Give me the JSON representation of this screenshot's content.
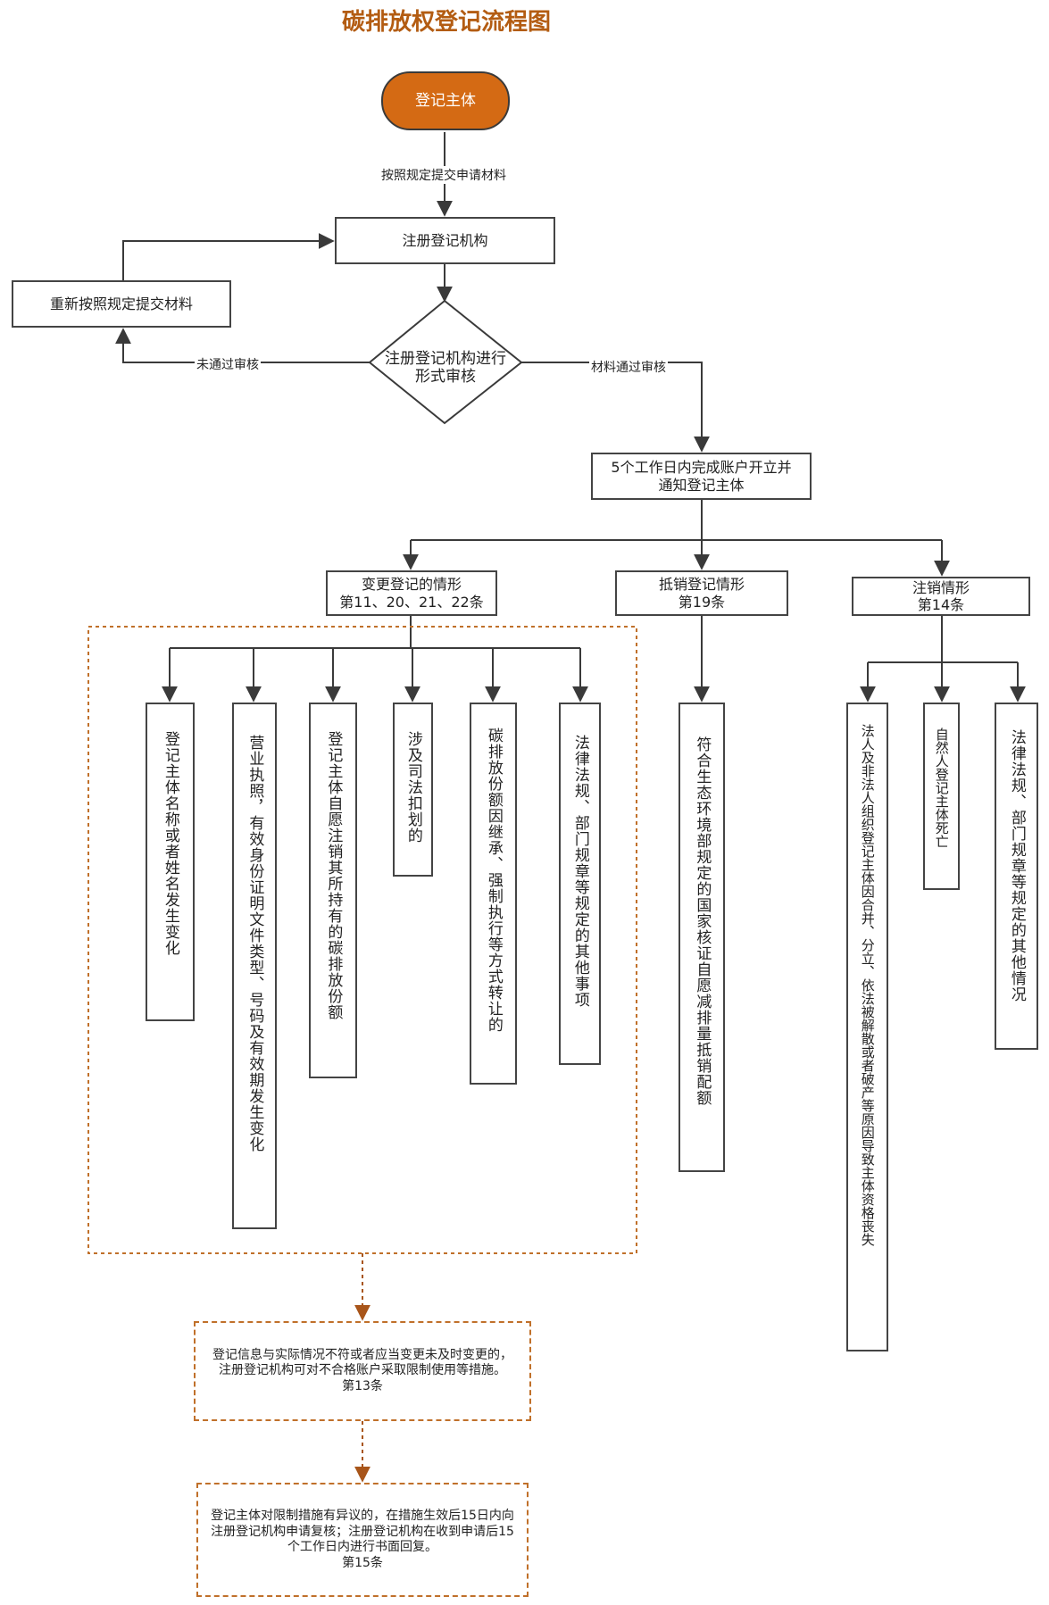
{
  "title": "碳排放权登记流程图",
  "nodes": {
    "start": "登记主体",
    "registry": "注册登记机构",
    "resubmit": "重新按照规定提交材料",
    "review": "注册登记机构进行\n形式审核",
    "open_account": "5个工作日内完成账户开立并\n通知登记主体",
    "change": "变更登记的情形\n第11、20、21、22条",
    "offset": "抵销登记情形\n第19条",
    "cancel": "注销情形\n第14条",
    "change_items": [
      "登记主体名称或者姓名发生变化",
      "营业执照，有效身份证明文件类型、号码及有效期发生变化",
      "登记主体自愿注销其所持有的碳排放份额",
      "涉及司法扣划的",
      "碳排放份额因继承、强制执行等方式转让的",
      "法律法规、部门规章等规定的其他事项"
    ],
    "offset_item": "符合生态环境部规定的国家核证自愿减排量抵销配额",
    "cancel_items": [
      "法人及非法人组织登记主体因合并、分立、依法被解散或者破产等原因导致主体资格丧失",
      "自然人登记主体死亡",
      "法律法规、部门规章等规定的其他情况"
    ],
    "note_13": "登记信息与实际情况不符或者应当变更未及时变更的，\n注册登记机构可对不合格账户采取限制使用等措施。\n第13条",
    "note_15": "登记主体对限制措施有异议的，在措施生效后15日内向\n注册登记机构申请复核；注册登记机构在收到申请后15\n个工作日内进行书面回复。\n第15条"
  },
  "edge_labels": {
    "submit": "按照规定提交申请材料",
    "rejected": "未通过审核",
    "approved": "材料通过审核"
  },
  "colors": {
    "title": "#b35c12",
    "terminal_fill": "#d46a14",
    "dashed_border": "#c0702a",
    "line": "#3a3a3a"
  }
}
